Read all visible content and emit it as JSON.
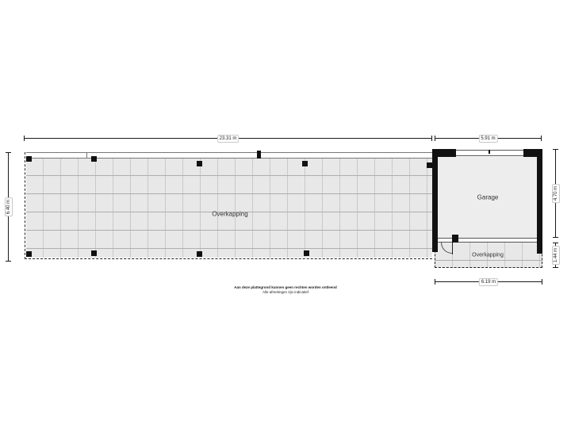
{
  "rooms": {
    "overkapping_main": {
      "label": "Overkapping"
    },
    "garage": {
      "label": "Garage"
    },
    "overkapping_small": {
      "label": "Overkapping"
    }
  },
  "dimensions": {
    "overkapping_width": "23.31 m",
    "garage_width": "5.91 m",
    "overkapping_depth": "6.40 m",
    "garage_depth": "4.70 m",
    "overkapping_small_depth": "1.44 m",
    "garage_total_width": "6.19 m"
  },
  "disclaimer": {
    "line1": "Aan deze plattegrond kunnen geen rechten worden ontleend",
    "line2": "Alle afmetingen zijn indicatief"
  },
  "colors": {
    "wall": "#111111",
    "area_fill": "#e8e8e8",
    "garage_fill": "#ededed",
    "grid_line_v": "#c9c9c9",
    "grid_line_h": "#aeaeae",
    "dimension_line": "#1a1a1a",
    "background": "#ffffff"
  }
}
